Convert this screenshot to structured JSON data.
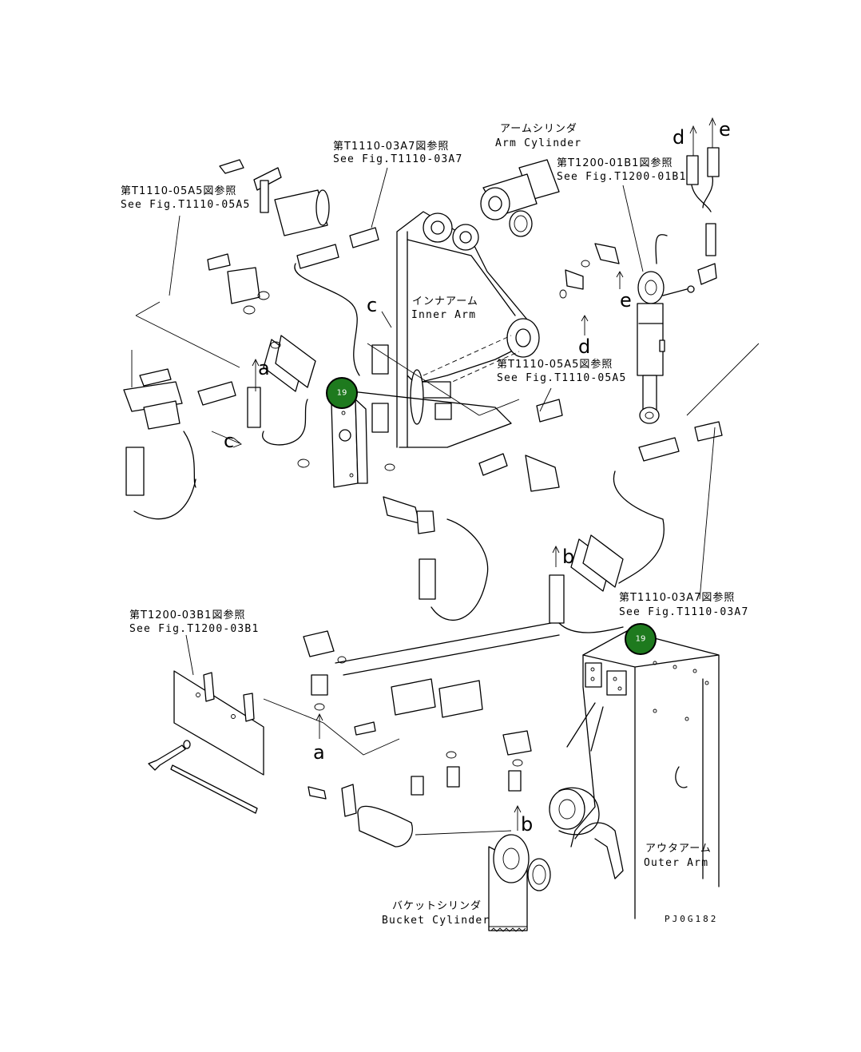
{
  "references": [
    {
      "id": "ref-1110-03a7-top",
      "jp": "第T1110-03A7図参照",
      "en": "See Fig.T1110-03A7"
    },
    {
      "id": "ref-1110-05a5-left",
      "jp": "第T1110-05A5図参照",
      "en": "See Fig.T1110-05A5"
    },
    {
      "id": "ref-1200-01b1",
      "jp": "第T1200-01B1図参照",
      "en": "See Fig.T1200-01B1"
    },
    {
      "id": "ref-1110-05a5-mid",
      "jp": "第T1110-05A5図参照",
      "en": "See Fig.T1110-05A5"
    },
    {
      "id": "ref-1110-03a7-right",
      "jp": "第T1110-03A7図参照",
      "en": "See Fig.T1110-03A7"
    },
    {
      "id": "ref-1200-03b1",
      "jp": "第T1200-03B1図参照",
      "en": "See Fig.T1200-03B1"
    }
  ],
  "components": {
    "arm_cylinder": {
      "jp": "アームシリンダ",
      "en": "Arm Cylinder"
    },
    "inner_arm": {
      "jp": "インナアーム",
      "en": "Inner Arm"
    },
    "outer_arm": {
      "jp": "アウタアーム",
      "en": "Outer Arm"
    },
    "bucket_cylinder": {
      "jp": "バケットシリンダ",
      "en": "Bucket Cylinder"
    }
  },
  "connection_letters": {
    "a": "a",
    "b": "b",
    "c": "c",
    "d": "d",
    "e": "e"
  },
  "badges": [
    {
      "label": "19"
    },
    {
      "label": "19"
    }
  ],
  "badge_color": "#1e7a1e",
  "drawing_code": "PJ0G182"
}
